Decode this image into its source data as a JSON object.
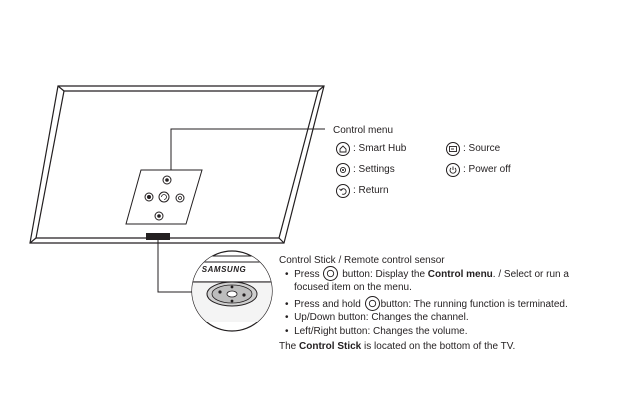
{
  "brand_logo": "SAMSUNG",
  "control_menu": {
    "title": "Control menu",
    "items": [
      {
        "icon": "home-icon",
        "label": ": Smart Hub"
      },
      {
        "icon": "settings-icon",
        "label": ": Settings"
      },
      {
        "icon": "return-icon",
        "label": ": Return"
      },
      {
        "icon": "source-icon",
        "label": ": Source"
      },
      {
        "icon": "power-icon",
        "label": ": Power off"
      }
    ]
  },
  "control_stick": {
    "title": "Control Stick / Remote control sensor",
    "press_pre": "Press",
    "press_mid": "button: Display the",
    "press_bold": "Control menu",
    "press_post": ". / Select or run a",
    "press_line2": "focused item on the menu.",
    "hold_pre": "Press and hold",
    "hold_post": "button: The running function is terminated.",
    "updown": "Up/Down button: Changes the channel.",
    "leftright": "Left/Right button: Changes the volume.",
    "footer_pre": "The",
    "footer_bold": "Control Stick",
    "footer_post": "is located on the bottom of the TV."
  }
}
